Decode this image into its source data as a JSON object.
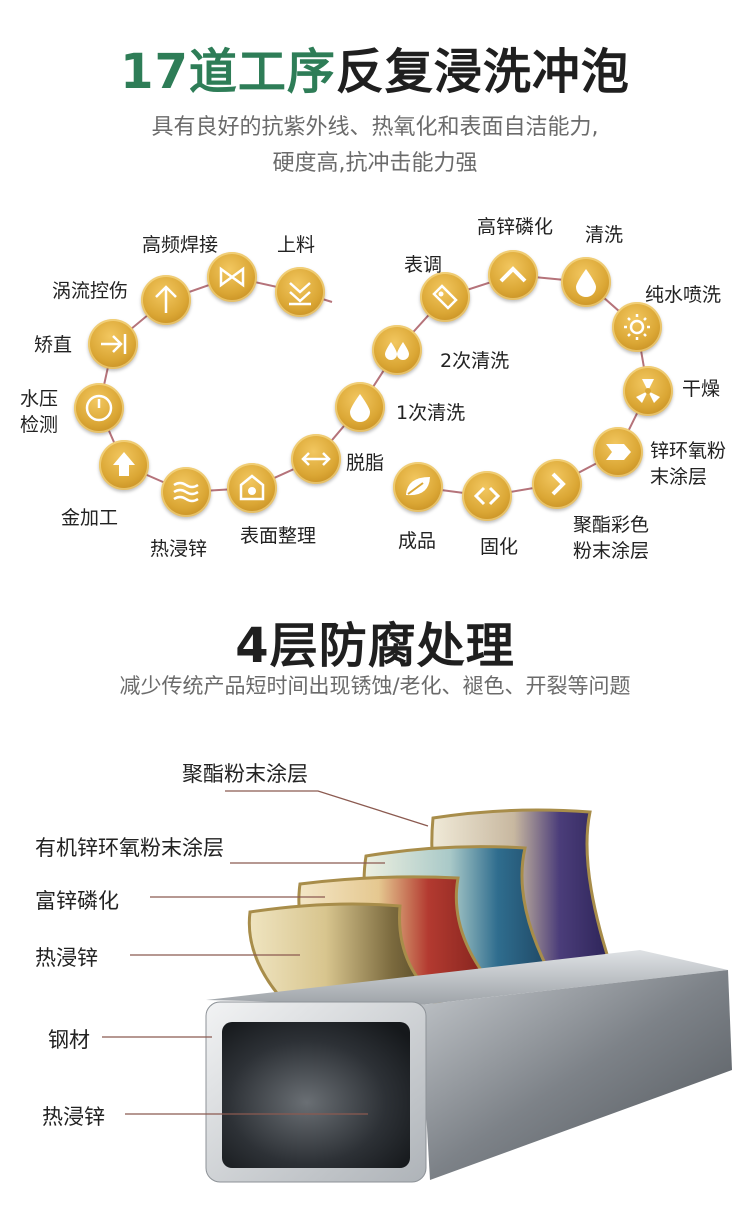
{
  "section1": {
    "title_green": "17道工序",
    "title_dark": "反复浸洗冲泡",
    "subtitle_line1": "具有良好的抗紫外线、热氧化和表面自洁能力,",
    "subtitle_line2": "硬度高,抗冲击能力强"
  },
  "process_steps": [
    {
      "label": "上料",
      "icon": "double-chevron-down-icon"
    },
    {
      "label": "高频焊接",
      "icon": "bowtie-icon"
    },
    {
      "label": "涡流控伤",
      "icon": "arrow-up-icon"
    },
    {
      "label": "矫直",
      "icon": "arrow-right-bar-icon"
    },
    {
      "label": "水压检测",
      "icon": "gauge-icon"
    },
    {
      "label": "金加工",
      "icon": "up-arrow-bold-icon"
    },
    {
      "label": "热浸锌",
      "icon": "waves-icon"
    },
    {
      "label": "表面整理",
      "icon": "house-icon"
    },
    {
      "label": "脱脂",
      "icon": "double-arrow-icon"
    },
    {
      "label": "1次清洗",
      "icon": "droplet-icon"
    },
    {
      "label": "2次清洗",
      "icon": "droplets-icon"
    },
    {
      "label": "表调",
      "icon": "tag-icon"
    },
    {
      "label": "高锌磷化",
      "icon": "chevron-up-icon"
    },
    {
      "label": "清洗",
      "icon": "droplet-icon"
    },
    {
      "label": "纯水喷洗",
      "icon": "sun-icon"
    },
    {
      "label": "干燥",
      "icon": "fan-icon"
    },
    {
      "label": "锌环氧粉末涂层",
      "icon": "arrow-tag-icon"
    },
    {
      "label": "聚酯彩色粉末涂层",
      "icon": "chevron-right-icon"
    },
    {
      "label": "固化",
      "icon": "diamond-arrows-icon"
    },
    {
      "label": "成品",
      "icon": "leaf-icon"
    }
  ],
  "section2": {
    "title": "4层防腐处理",
    "subtitle": "减少传统产品短时间出现锈蚀/老化、褪色、开裂等问题"
  },
  "layers": [
    {
      "label": "聚酯粉末涂层"
    },
    {
      "label": "有机锌环氧粉末涂层"
    },
    {
      "label": "富锌磷化"
    },
    {
      "label": "热浸锌"
    },
    {
      "label": "钢材"
    },
    {
      "label": "热浸锌"
    }
  ],
  "colors": {
    "accent_green": "#2e7d57",
    "gold": "#dba735",
    "connector": "#b5737a",
    "leader": "#8b5a50"
  }
}
